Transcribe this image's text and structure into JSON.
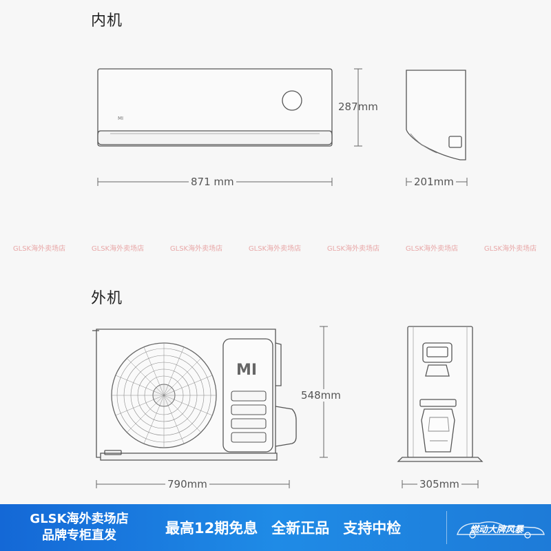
{
  "indoor": {
    "title": "内机",
    "brand_mark": "MI",
    "height_label": "287mm",
    "width_label": "871 mm",
    "depth_label": "201mm"
  },
  "outdoor": {
    "title": "外机",
    "brand_mark": "MI",
    "height_label": "548mm",
    "width_label": "790mm",
    "depth_label": "305mm"
  },
  "watermark": {
    "text": "GLSK海外卖场店",
    "color": "#e8a7a7"
  },
  "banner": {
    "store_line1": "GLSK海外卖场店",
    "store_line2": "品牌专柜直发",
    "promo1": "最高12期免息",
    "promo2": "全新正品",
    "promo3": "支持中检",
    "logo_text": "燃动大牌风暴",
    "color_start": "#1468d6",
    "color_end": "#1e7bd8"
  }
}
